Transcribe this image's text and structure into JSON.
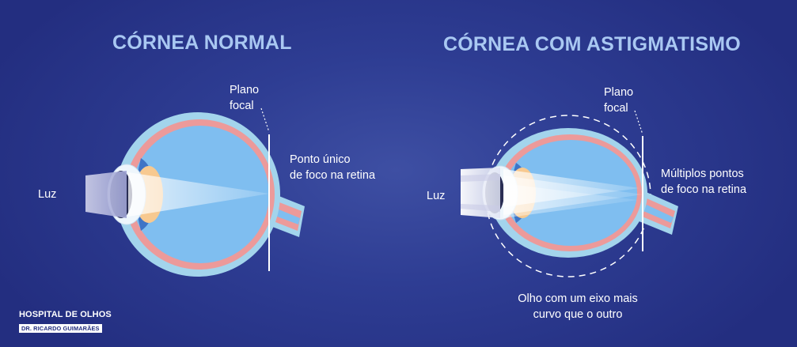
{
  "normal": {
    "title": "CÓRNEA NORMAL",
    "focal_plane": [
      "Plano",
      "focal"
    ],
    "focus_point": [
      "Ponto único",
      "de foco na retina"
    ],
    "light": "Luz"
  },
  "astigmatism": {
    "title": "CÓRNEA COM ASTIGMATISMO",
    "focal_plane": [
      "Plano",
      "focal"
    ],
    "focus_points": [
      "Múltiplos pontos",
      "de foco na retina"
    ],
    "light": "Luz",
    "axis_note": [
      "Olho com um eixo mais",
      "curvo que o outro"
    ]
  },
  "brand": {
    "line1": "HOSPITAL DE OLHOS",
    "line2": "DR. RICARDO GUIMARÃES"
  },
  "colors": {
    "background": "#2b3990",
    "title": "#a9c8f2",
    "eye_outer": "#a3d4ec",
    "eye_sclera": "#ec9a9a",
    "eye_inner": "#7fbef0",
    "lens": "#f7c990",
    "iris": "#3f74c6",
    "pupil": "#2a2e54"
  }
}
